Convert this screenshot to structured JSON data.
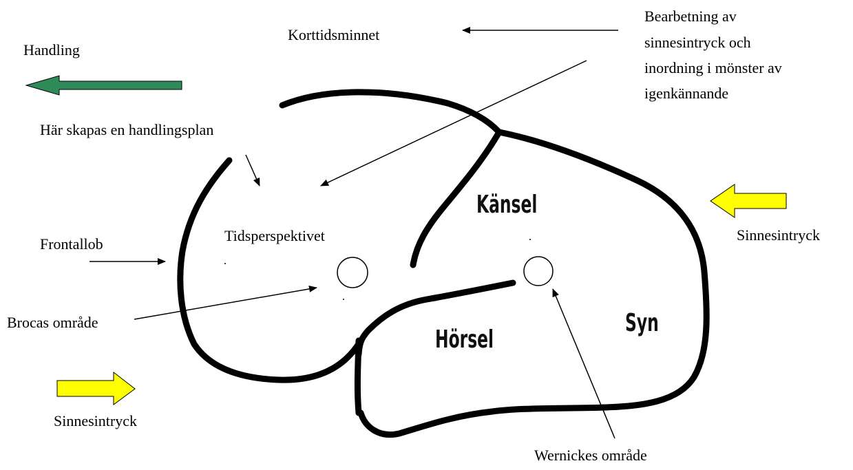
{
  "labels": {
    "korttidsminnet": "Korttidsminnet",
    "bearbetning_line1": "Bearbetning av",
    "bearbetning_line2": "sinnesintryck och",
    "bearbetning_line3": "inordning i mönster av",
    "bearbetning_line4": "igenkännande",
    "handling": "Handling",
    "handlingsplan": "Här skapas en handlingsplan",
    "tidsperspektivet": "Tidsperspektivet",
    "frontallob": "Frontallob",
    "brocas_omrade": "Brocas område",
    "sinnesintryck_left": "Sinnesintryck",
    "sinnesintryck_right": "Sinnesintryck",
    "wernickes_omrade": "Wernickes område"
  },
  "regions": {
    "kansel": "Känsel",
    "horsel": "Hörsel",
    "syn": "Syn"
  },
  "colors": {
    "handling_arrow": "#2e8b57",
    "sinnesintryck_arrow": "#ffff00",
    "outline": "#000000"
  },
  "icons": {
    "handling_arrow": "arrow-left-icon",
    "sinnesintryck_left_arrow": "arrow-right-icon",
    "sinnesintryck_right_arrow": "arrow-left-icon"
  }
}
